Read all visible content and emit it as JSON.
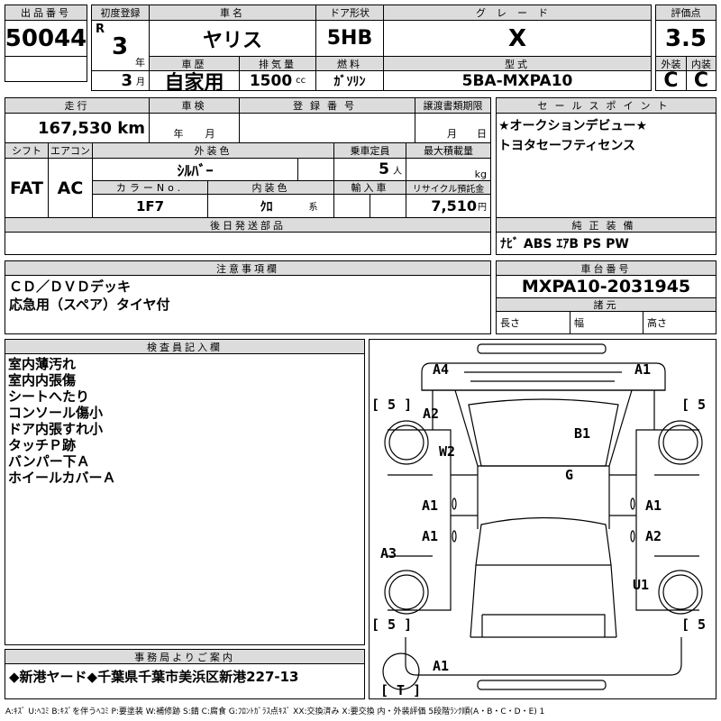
{
  "lot": {
    "label": "出品番号",
    "value": "50044"
  },
  "first_reg": {
    "label": "初度登録",
    "era": "R",
    "year": "3",
    "year_unit": "年",
    "month": "3",
    "month_unit": "月"
  },
  "car_name": {
    "label": "車名",
    "value": "ヤリス"
  },
  "door": {
    "label": "ドア形状",
    "value": "5HB"
  },
  "grade": {
    "label": "グレード",
    "value": "X"
  },
  "history": {
    "label": "車歴",
    "value": "自家用"
  },
  "displacement": {
    "label": "排気量",
    "value": "1500",
    "unit": "cc"
  },
  "fuel": {
    "label": "燃料",
    "value": "ｶﾞｿﾘﾝ"
  },
  "model": {
    "label": "型式",
    "value": "5BA-MXPA10"
  },
  "score": {
    "label": "評価点",
    "value": "3.5",
    "ext_label": "外装",
    "int_label": "内装",
    "ext": "C",
    "int": "C"
  },
  "mileage": {
    "label": "走行",
    "value": "167,530 km"
  },
  "inspection": {
    "label": "車検",
    "year_unit": "年",
    "month_unit": "月"
  },
  "reg_no": {
    "label": "登録番号"
  },
  "transfer": {
    "label": "譲渡書類期限",
    "month_unit": "月",
    "day_unit": "日"
  },
  "shift": {
    "label": "シフト",
    "value": "FAT"
  },
  "ac": {
    "label": "エアコン",
    "value": "AC"
  },
  "ext_color": {
    "label": "外装色",
    "value": "ｼﾙﾊﾞｰ"
  },
  "capacity": {
    "label": "乗車定員",
    "value": "5",
    "unit": "人"
  },
  "max_load": {
    "label": "最大積載量",
    "unit": "kg"
  },
  "color_no": {
    "label": "カラーNo.",
    "value": "1F7"
  },
  "int_color": {
    "label": "内装色",
    "value": "ｸﾛ",
    "unit": "系"
  },
  "import": {
    "label": "輸入車"
  },
  "recycle": {
    "label": "リサイクル預託金",
    "value": "7,510",
    "unit": "円"
  },
  "later_parts": {
    "label": "後日発送部品"
  },
  "sales": {
    "label": "セールスポイント",
    "items": [
      "★オークションデビュー★",
      "トヨタセーフティセンス"
    ]
  },
  "equipment": {
    "label": "純正装備",
    "value": "ﾅﾋﾞ ABS ｴｱB PS PW"
  },
  "notes": {
    "label": "注意事項欄",
    "items": [
      "ＣＤ／ＤＶＤデッキ",
      "応急用（スペア）タイヤ付"
    ]
  },
  "chassis": {
    "label": "車台番号",
    "value": "MXPA10-2031945",
    "spec_label": "諸元",
    "length": "長さ",
    "width": "幅",
    "height": "高さ"
  },
  "inspector": {
    "label": "検査員記入欄",
    "items": [
      "室内薄汚れ",
      "室内内張傷",
      "シートへたり",
      "コンソール傷小",
      "ドア内張すれ小",
      "タッチＰ跡",
      "バンパー下Ａ",
      "ホイールカバーＡ"
    ]
  },
  "office": {
    "label": "事務局よりご案内",
    "value": "◆新港ヤード◆千葉県千葉市美浜区新港227-13"
  },
  "diagram": {
    "marks": [
      "A4",
      "A1",
      "[ 5 ]",
      "[ 5 ]",
      "A2",
      "B1",
      "W2",
      "G",
      "A1",
      "A1",
      "A1",
      "A2",
      "A3",
      "U1",
      "[ 5 ]",
      "[ 5 ]",
      "A1",
      "[ T ]"
    ]
  },
  "legend": "A:ｷｽﾞ U:ﾍｺﾐ B:ｷｽﾞを伴うﾍｺﾐ P:要塗装 W:補修跡 S:錆 C:腐食 G:ﾌﾛﾝﾄｶﾞﾗｽ点ｷｽﾞ XX:交換済み X:要交換 内・外装評価 5段階ﾗﾝｸ順(A・B・C・D・E) 1"
}
